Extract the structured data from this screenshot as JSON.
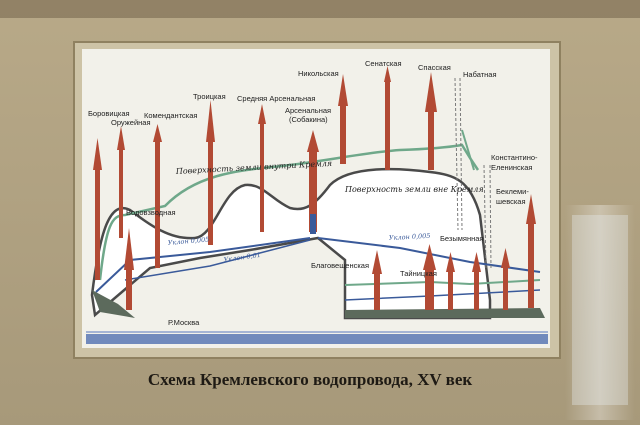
{
  "caption": "Схема Кремлевского водопровода, XV век",
  "towers": {
    "borovitskaya": "Боровицкая",
    "oruzheynaya": "Оружейная",
    "komendantskaya": "Комендантская",
    "troitskaya": "Троицкая",
    "srednyaya_arsenalnaya": "Средняя Арсенальная",
    "nikolskaya": "Никольская",
    "arsenalnaya_1": "Арсенальная",
    "arsenalnaya_2": "(Собакина)",
    "senatskaya": "Сенатская",
    "spasskaya": "Спасская",
    "nabatnaya": "Набатная",
    "konstantino_1": "Константино-",
    "konstantino_2": "Еленинская",
    "beklemi_1": "Беклеми-",
    "beklemi_2": "шевская",
    "vodovzvodnaya": "Водовзводная",
    "blagoveshchenskaya": "Благовещенская",
    "taynitskaya": "Тайницкая",
    "bezymyannaya": "Безымянная"
  },
  "surfaces": {
    "inside": "Поверхность земли внутри Кремля",
    "outside": "Поверхность земли вне Кремля"
  },
  "slopes": {
    "left_top": "Уклон 0,005",
    "left_bottom": "Уклон 0,01",
    "right": "Уклон 0,005"
  },
  "river": "Р.Москва",
  "colors": {
    "wall": "#b5a785",
    "paper": "#f2f1ea",
    "tower_red": "#b24a34",
    "water_blue": "#3a5a9a",
    "ground_green": "#6fa88a"
  }
}
